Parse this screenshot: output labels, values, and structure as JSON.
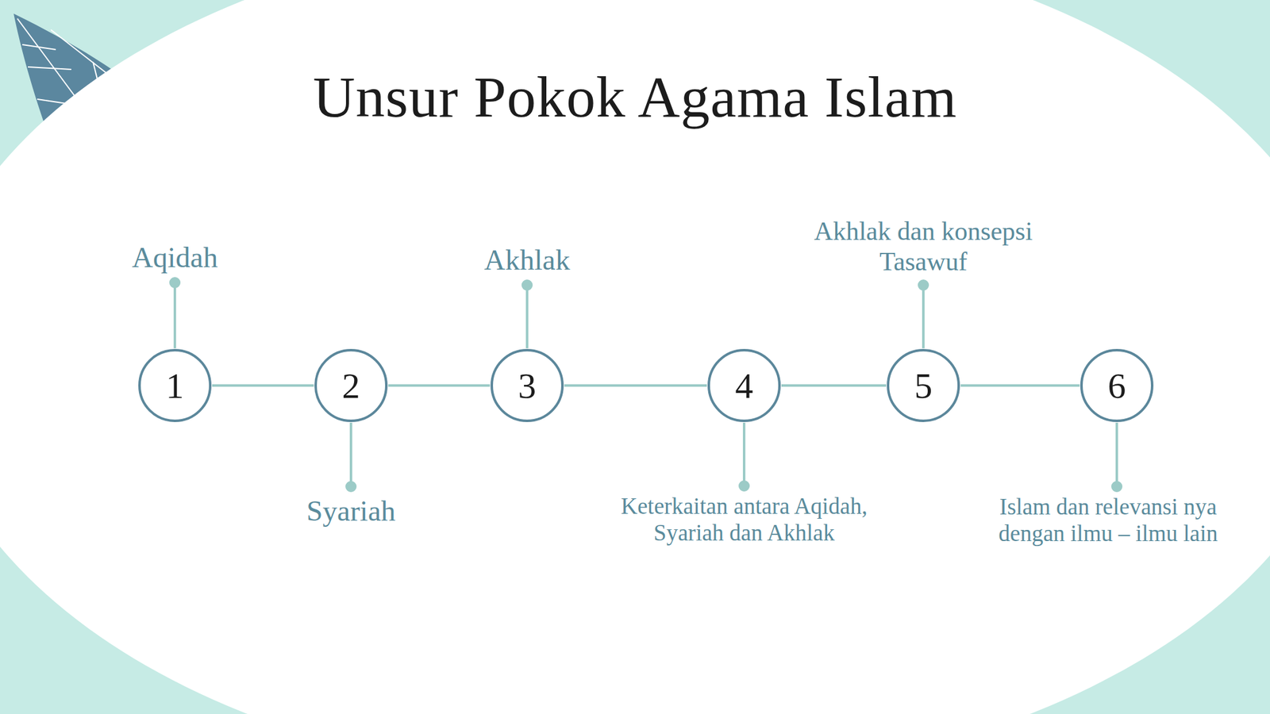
{
  "diagram": {
    "title": "Unsur Pokok Agama Islam",
    "nodes": [
      {
        "text": [
          "1",
          "Aqidah"
        ]
      },
      {
        "text": [
          "2",
          "Syariah"
        ]
      },
      {
        "text": [
          "3",
          "Akhlak"
        ]
      },
      {
        "text": [
          "4",
          "Keterkaitan antara Aqidah, Syariah dan Akhlak"
        ]
      },
      {
        "text": [
          "5",
          "Akhlak dan konsepsi Tasawuf"
        ]
      },
      {
        "text": [
          "6",
          "Islam dan relevansi nya dengan ilmu – ilmu lain"
        ]
      }
    ],
    "edges": [
      {
        "from": 0,
        "to": 1,
        "arrow": "none"
      },
      {
        "from": 1,
        "to": 2,
        "arrow": "none"
      },
      {
        "from": 2,
        "to": 3,
        "arrow": "none"
      },
      {
        "from": 3,
        "to": 4,
        "arrow": "none"
      },
      {
        "from": 4,
        "to": 5,
        "arrow": "none"
      }
    ]
  }
}
